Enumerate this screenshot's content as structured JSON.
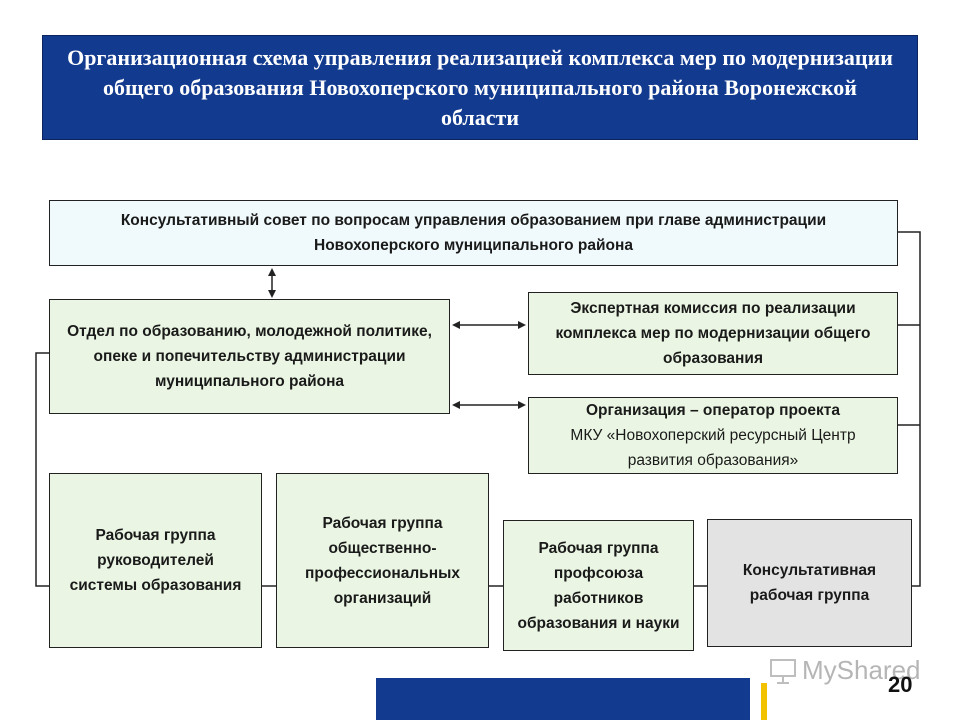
{
  "title": "Организационная схема управления реализацией комплекса мер по модернизации общего образования Новохоперского муниципального района Воронежской области",
  "council": "Консультативный совет по вопросам управления образованием при главе администрации Новохоперского муниципального района",
  "department": "Отдел по образованию, молодежной политике, опеке и попечительству администрации муниципального района",
  "expert_commission": "Экспертная комиссия по реализации комплекса мер по модернизации общего образования",
  "operator": {
    "line1": "Организация – оператор проекта",
    "line2": "МКУ «Новохоперский ресурсный Центр развития образования»"
  },
  "working_groups": [
    "Рабочая группа руководителей системы образования",
    "Рабочая группа общественно-профессиональных организаций",
    "Рабочая группа профсоюза работников образования и науки",
    "Консультативная рабочая группа"
  ],
  "watermark": "MyShared",
  "page_number": "20",
  "colors": {
    "title_bg": "#123a8e",
    "green_box": "#eaf6e3",
    "council_box": "#f0f9fb",
    "gray_box": "#e3e3e3",
    "accent": "#f2c200"
  }
}
